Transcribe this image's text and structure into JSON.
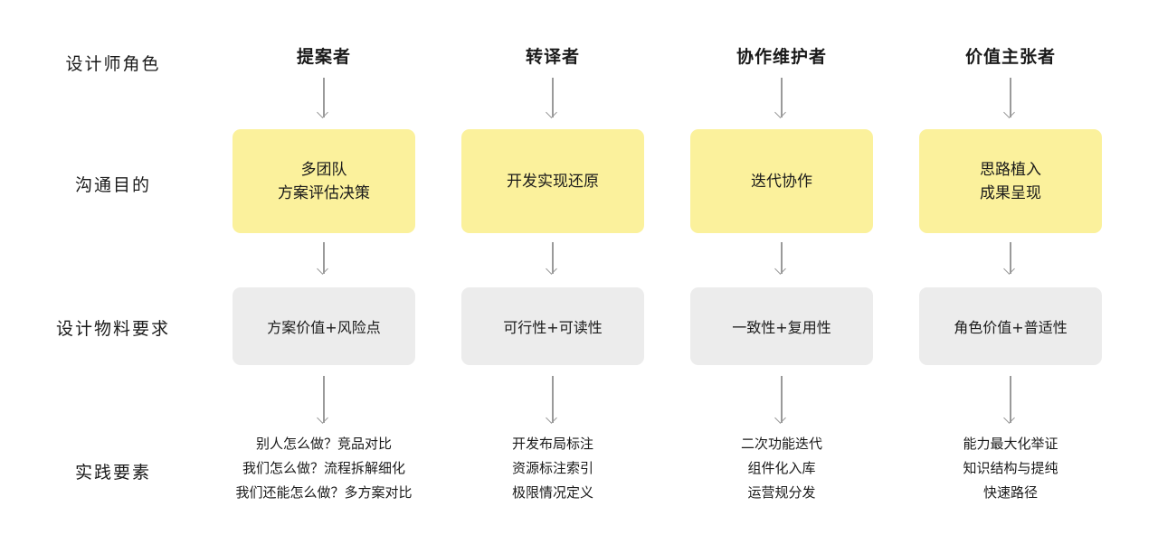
{
  "row_labels": {
    "role": "设计师角色",
    "goal": "沟通目的",
    "requirement": "设计物料要求",
    "practice": "实践要素"
  },
  "columns": [
    {
      "role": "提案者",
      "goal": [
        "多团队",
        "方案评估决策"
      ],
      "requirement": "方案价值+风险点",
      "practice": [
        "别人怎么做？竞品对比",
        "我们怎么做？流程拆解细化",
        "我们还能怎么做？多方案对比"
      ]
    },
    {
      "role": "转译者",
      "goal": [
        "开发实现还原"
      ],
      "requirement": "可行性+可读性",
      "practice": [
        "开发布局标注",
        "资源标注索引",
        "极限情况定义"
      ]
    },
    {
      "role": "协作维护者",
      "goal": [
        "迭代协作"
      ],
      "requirement": "一致性+复用性",
      "practice": [
        "二次功能迭代",
        "组件化入库",
        "运营规分发"
      ]
    },
    {
      "role": "价值主张者",
      "goal": [
        "思路植入",
        "成果呈现"
      ],
      "requirement": "角色价值+普适性",
      "practice": [
        "能力最大化举证",
        "知识结构与提纯",
        "快速路径"
      ]
    }
  ],
  "colors": {
    "goal_box": "#fbf19c",
    "requirement_box": "#ececec",
    "arrow": "#9a9a9a"
  }
}
